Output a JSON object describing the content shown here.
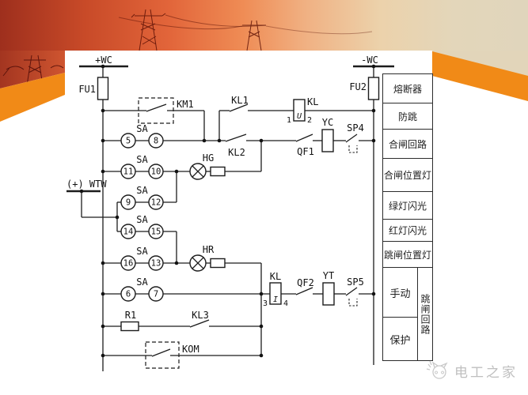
{
  "circuit": {
    "bus_left_label": "+WC",
    "bus_right_label": "-WC",
    "fuse_left": "FU1",
    "fuse_right": "FU2",
    "km1_label": "KM1",
    "kl1_label": "KL1",
    "kl_top": {
      "label": "KL",
      "t1": "1",
      "t2": "2",
      "core": "U"
    },
    "kl2_label": "KL2",
    "qf1_label": "QF1",
    "yc_label": "YC",
    "sp4_label": "SP4",
    "hg_label": "HG",
    "hr_label": "HR",
    "wtw_label": "(+) WTW",
    "kl_bottom": {
      "label": "KL",
      "t1": "3",
      "t2": "4",
      "core": "I"
    },
    "qf2_label": "QF2",
    "yt_label": "YT",
    "sp5_label": "SP5",
    "r1_label": "R1",
    "kl3_label": "KL3",
    "kom_label": "KOM",
    "sa_label": "SA",
    "sa_rows": [
      {
        "a": "5",
        "b": "8"
      },
      {
        "a": "11",
        "b": "10"
      },
      {
        "a": "9",
        "b": "12"
      },
      {
        "a": "14",
        "b": "15"
      },
      {
        "a": "16",
        "b": "13"
      },
      {
        "a": "6",
        "b": "7"
      }
    ]
  },
  "legend": {
    "rows": [
      "熔断器",
      "防跳",
      "合闸回路",
      "合闸位置灯",
      "绿灯闪光",
      "红灯闪光",
      "跳闸位置灯",
      "手动",
      "保护"
    ],
    "trip_group": "跳闸回路"
  },
  "watermark": "电工之家",
  "colors": {
    "ribbon_orange": "#f18a17",
    "sunset_red": "#bf4426",
    "sky_beige": "#e2d5ba",
    "line_black": "#1c1c1c",
    "watermark_gray": "#bfbfbf"
  }
}
